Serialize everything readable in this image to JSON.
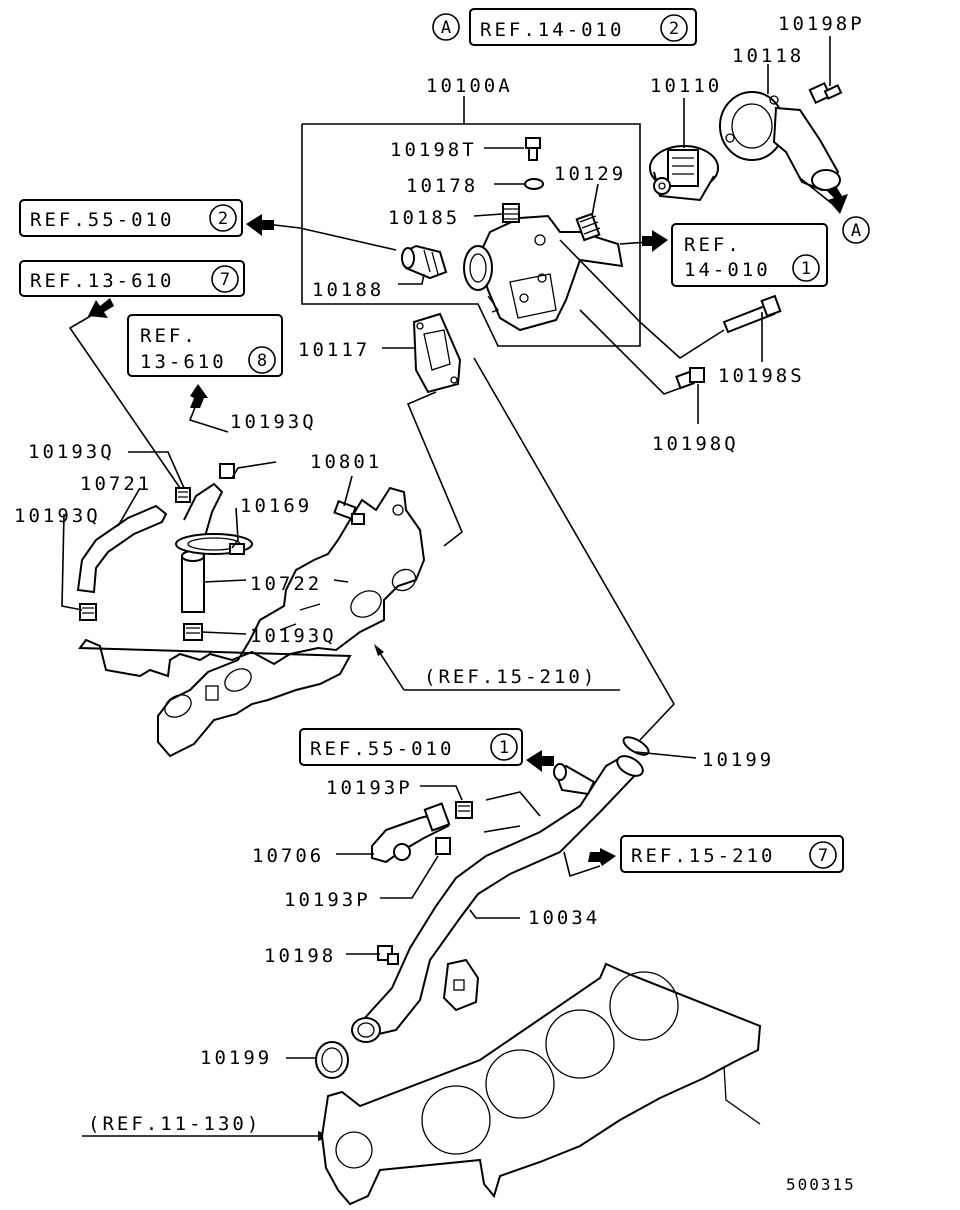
{
  "diagram_code": "500315",
  "labels": {
    "p10198P": "10198P",
    "p10118": "10118",
    "p10110": "10110",
    "p10100A": "10100A",
    "p10198T": "10198T",
    "p10178": "10178",
    "p10129": "10129",
    "p10185": "10185",
    "p10188": "10188",
    "p10117": "10117",
    "p10198S": "10198S",
    "p10198Q": "10198Q",
    "p10193Q_a": "10193Q",
    "p10193Q_b": "10193Q",
    "p10193Q_c": "10193Q",
    "p10193Q_d": "10193Q",
    "p10721": "10721",
    "p10169": "10169",
    "p10801": "10801",
    "p10722": "10722",
    "p10199_top": "10199",
    "p10193P_a": "10193P",
    "p10193P_b": "10193P",
    "p10706": "10706",
    "p10034": "10034",
    "p10198": "10198",
    "p10199_bot": "10199"
  },
  "refs": {
    "ref_14_010_2": {
      "text": "REF.14-010",
      "num": "2"
    },
    "ref_55_010_2": {
      "text": "REF.55-010",
      "num": "2"
    },
    "ref_13_610_7": {
      "text": "REF.13-610",
      "num": "7"
    },
    "ref_14_010_1": {
      "line1": "REF.",
      "line2": "14-010",
      "num": "1"
    },
    "ref_13_610_8": {
      "line1": "REF.",
      "line2": "13-610",
      "num": "8"
    },
    "ref_55_010_1": {
      "text": "REF.55-010",
      "num": "1"
    },
    "ref_15_210_7": {
      "text": "REF.15-210",
      "num": "7"
    },
    "ref_15_210_plain": "(REF.15-210)",
    "ref_11_130_plain": "(REF.11-130)",
    "marker_a": "A"
  }
}
